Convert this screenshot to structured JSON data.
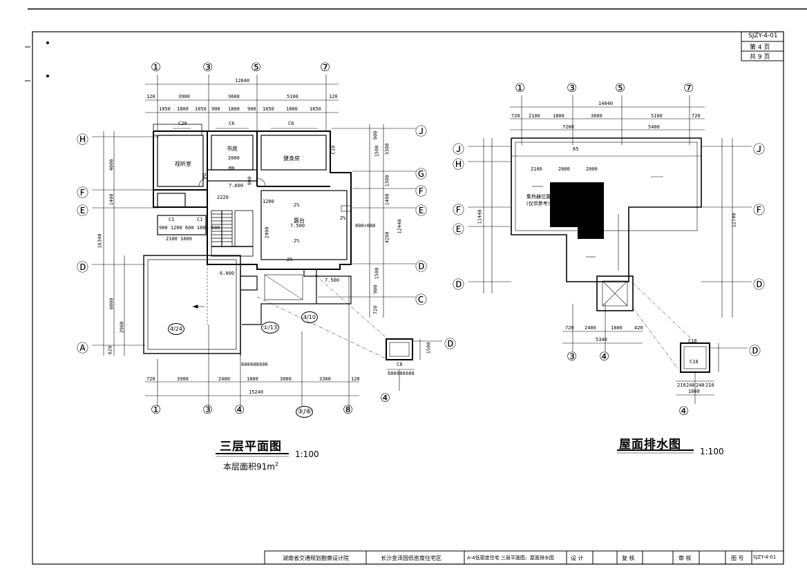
{
  "sheet": {
    "number": "SJZY-4-01",
    "page": "第 4 页",
    "total": "共 9 页"
  },
  "floor_plan": {
    "title": "三层平面图",
    "scale": "1:100",
    "area_prefix": "本层面积91m",
    "area_sup": "2",
    "axes_top": [
      "①",
      "③",
      "⑤",
      "⑦"
    ],
    "axes_bottom": [
      "①",
      "③",
      "④",
      "③/⑥",
      "⑧"
    ],
    "axes_left": [
      "Ⓗ",
      "Ⓕ",
      "Ⓔ",
      "Ⓓ",
      "Ⓐ"
    ],
    "axes_right": [
      "Ⓙ",
      "Ⓖ",
      "Ⓕ",
      "Ⓔ",
      "Ⓓ",
      "Ⓒ"
    ],
    "dims_top_total": "12840",
    "dims_top": [
      "120",
      "3900",
      "3600",
      "5100",
      "120"
    ],
    "dims_top_detail": [
      "1050",
      "1800",
      "1050",
      "900",
      "1800",
      "900",
      "1650",
      "1800",
      "1650"
    ],
    "dims_bottom_total": "15240",
    "dims_bottom": [
      "720",
      "3900",
      "2400",
      "1800",
      "3000",
      "3300",
      "120"
    ],
    "dims_left_total": "16340",
    "dims_left": [
      "4000",
      "1400",
      "6000",
      "2900",
      "620"
    ],
    "dims_right_total": "12440",
    "dims_right": [
      "900",
      "1500",
      "3300",
      "1300",
      "1400",
      "4200",
      "1500",
      "900",
      "720"
    ],
    "rooms": {
      "r1": "视听室",
      "r2": "书房",
      "r3": "健身房",
      "r4": "露台"
    },
    "labels": {
      "c20": "C20",
      "c6a": "C6",
      "c6b": "C6",
      "c10": "C10",
      "m8": "M8",
      "m2": "M2",
      "c1a": "C1",
      "c1b": "C1",
      "elev_7600": "7.600",
      "elev_7500": "7.500",
      "elev_6000": "6.000",
      "elev_7500b": "7.500",
      "pct_a": "2%",
      "pct_b": "2%",
      "pct_c": "2%",
      "pct_d": "2%",
      "skylight": "800×600",
      "d2220": "2220",
      "d1200": "1200",
      "d2400": "2400",
      "d1800": "1800",
      "d2000": "2000",
      "d900": "900",
      "r_seq1": "900",
      "r_seq2": "1200",
      "r_seq3": "600",
      "r_seq4": "1800",
      "r_seq5": "600",
      "r_seq6": "600",
      "sm600a": "600",
      "sm600b": "600",
      "sm600c": "600",
      "c1_row": "900 1200 600 1800 600",
      "c1_row2": "2100  1800",
      "bottom_s1": "600",
      "bottom_s2": "600",
      "bottom_s3": "600"
    },
    "detail_callouts": [
      "4/24",
      "4/10",
      "①/13"
    ],
    "detail_c8": {
      "label": "C8",
      "dims": [
        "600",
        "600",
        "600"
      ],
      "side": "1500",
      "axis_bottom": "④",
      "axis_right": "Ⓓ"
    }
  },
  "roof_plan": {
    "title": "屋面排水图",
    "scale": "1:100",
    "axes_top": [
      "①",
      "③",
      "⑤",
      "⑦"
    ],
    "axes_bottom": [
      "③",
      "④"
    ],
    "axes_left": [
      "Ⓙ",
      "Ⓗ",
      "Ⓕ",
      "Ⓔ",
      "Ⓓ"
    ],
    "axes_right": [
      "Ⓙ",
      "Ⓕ",
      "Ⓓ"
    ],
    "dims_top_total": "14040",
    "dims_top": [
      "720",
      "2100",
      "1800",
      "3600",
      "5100",
      "720"
    ],
    "dims_top_second": [
      "7200",
      "5400"
    ],
    "dims_inner": [
      "2100",
      "2000",
      "2000"
    ],
    "dims_bottom_total": "5340",
    "dims_bottom": [
      "720",
      "2400",
      "1800",
      "420"
    ],
    "dims_left_total": "11440",
    "dims_right_total": "12740",
    "note": "集热器位置",
    "note_sub": "(仅供参考)",
    "marker": "65",
    "detail_c18": {
      "label_top": "C18",
      "label_mid": "C18",
      "dims_bottom": [
        "210",
        "240",
        "240",
        "210"
      ],
      "total": "1800",
      "axis_bottom": "④",
      "axis_right": "Ⓓ"
    }
  },
  "title_block": {
    "company": "湖南省交通规划勘察设计院",
    "project": "长沙金泽园低密度住宅区",
    "drawing": "A-4低密度住宅  三层平面图、屋面排水图",
    "design": "设 计",
    "review": "复 核",
    "audit": "审 核",
    "drawing_no_label": "图 号",
    "drawing_no": "SJZY-4-01"
  }
}
